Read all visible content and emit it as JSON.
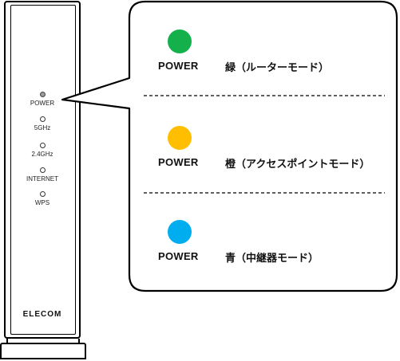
{
  "router": {
    "brand": "ELECOM",
    "leds": [
      {
        "label": "POWER",
        "active": true
      },
      {
        "label": "5GHz",
        "active": false
      },
      {
        "label": "2.4GHz",
        "active": false
      },
      {
        "label": "INTERNET",
        "active": false
      },
      {
        "label": "WPS",
        "active": false
      }
    ]
  },
  "modes": [
    {
      "indicator": "POWER",
      "description": "緑（ルーターモード）",
      "color": "#13b04b",
      "color_name": "green"
    },
    {
      "indicator": "POWER",
      "description": "橙（アクセスポイントモード）",
      "color": "#ffbf00",
      "color_name": "orange"
    },
    {
      "indicator": "POWER",
      "description": "青（中継器モード）",
      "color": "#00aeef",
      "color_name": "blue"
    }
  ]
}
